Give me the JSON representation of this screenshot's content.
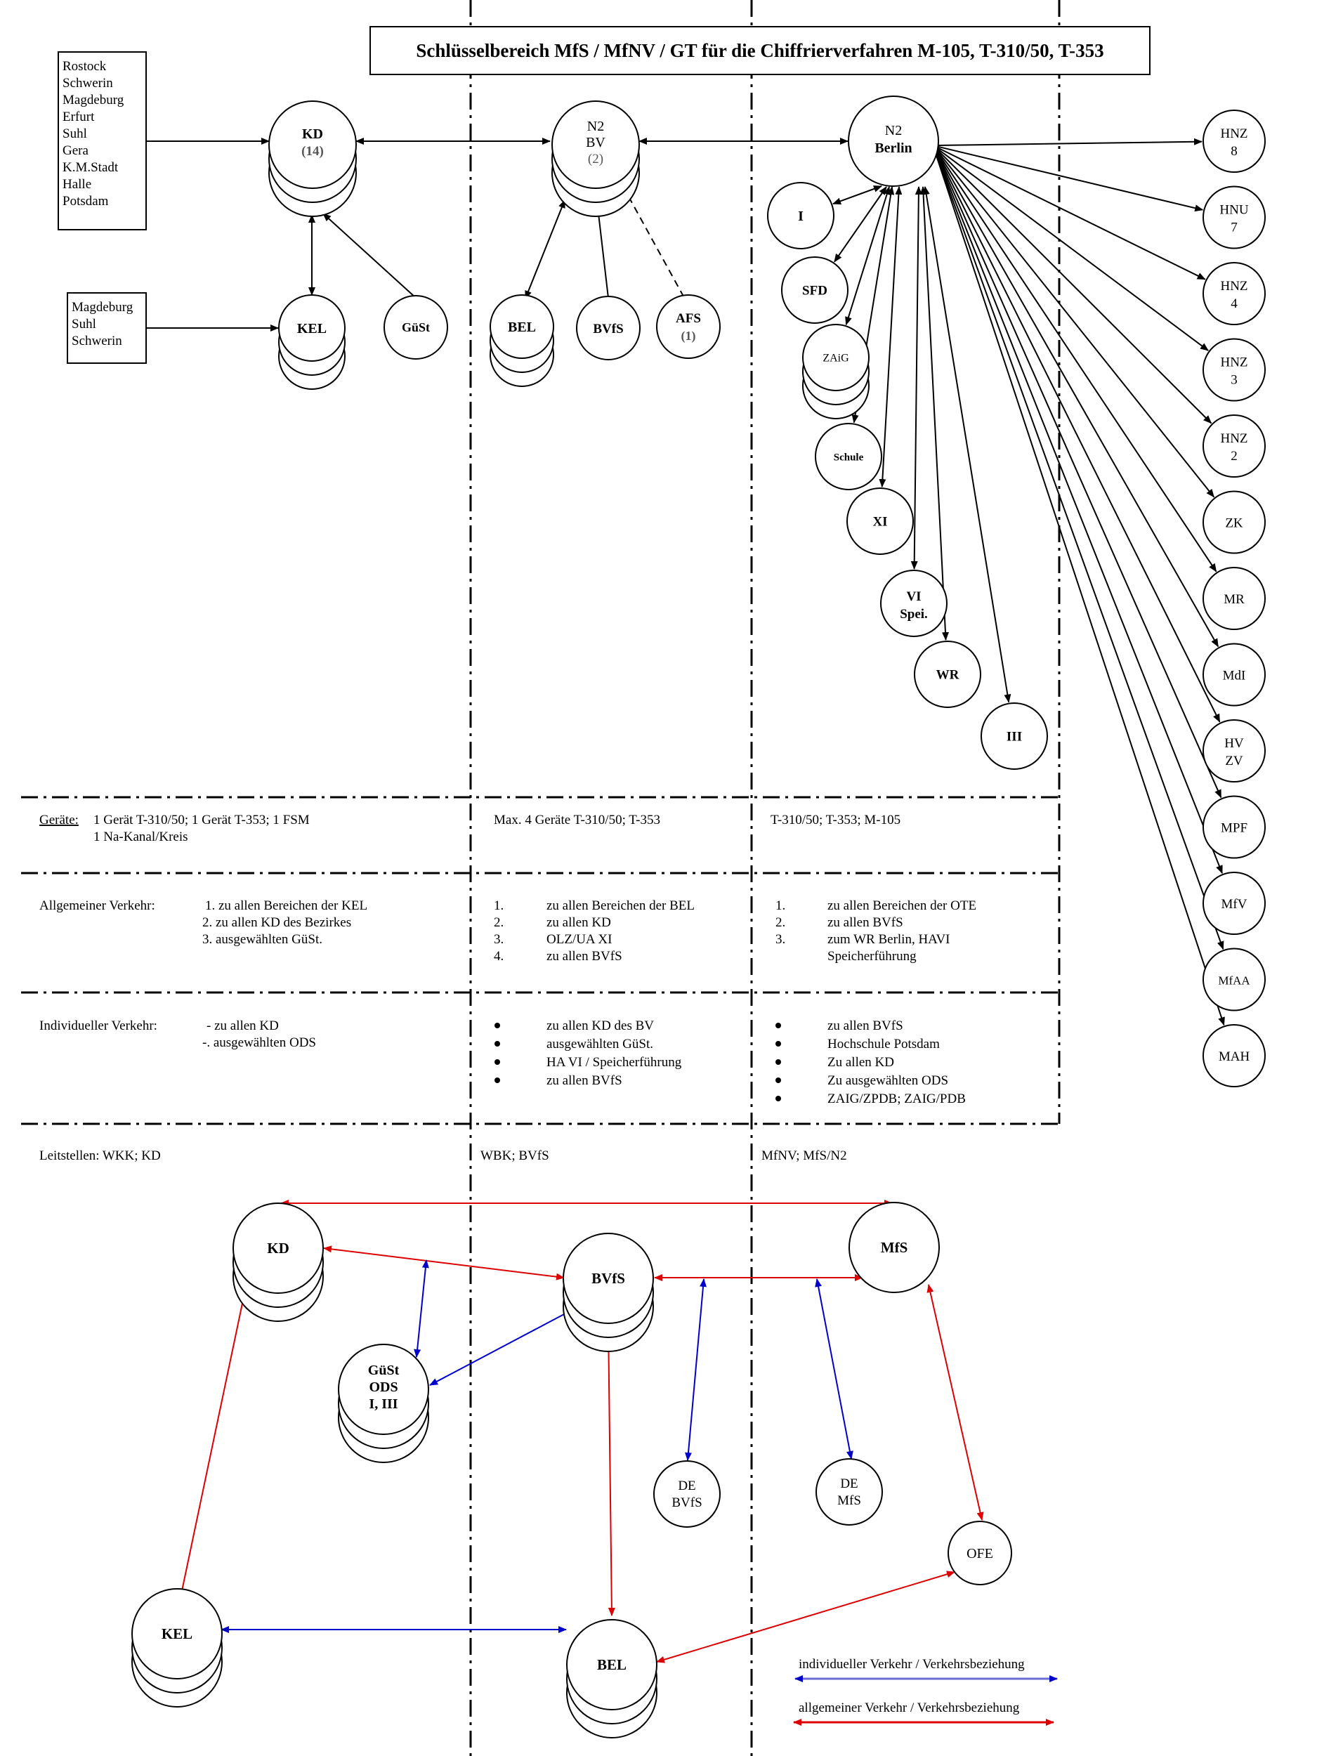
{
  "title": "Schlüsselbereich MfS / MfNV / GT für die Chiffrierverfahren M-105, T-310/50, T-353",
  "colors": {
    "individual": "#0000cc",
    "general": "#dd0000",
    "line": "#000000"
  },
  "top": {
    "bezirke_list": [
      "Rostock",
      "Schwerin",
      "Magdeburg",
      "Erfurt",
      "Suhl",
      "Gera",
      "K.M.Stadt",
      "Halle",
      "Potsdam"
    ],
    "kel_list": [
      "Magdeburg",
      "Suhl",
      "Schwerin"
    ],
    "kd": {
      "label": "KD",
      "count": "(14)"
    },
    "kel": "KEL",
    "guest": "GüSt",
    "n2bv": {
      "l1": "N2",
      "l2": "BV",
      "count": "(2)"
    },
    "bel": "BEL",
    "bvfs": "BVfS",
    "afs": {
      "l1": "AFS",
      "count": "(1)"
    },
    "n2berlin": {
      "l1": "N2",
      "l2": "Berlin"
    },
    "inner": [
      {
        "id": "I",
        "l1": "I",
        "l2": ""
      },
      {
        "id": "SFD",
        "l1": "SFD",
        "l2": ""
      },
      {
        "id": "ZAIG",
        "l1": "ZAiG",
        "l2": ""
      },
      {
        "id": "Schule",
        "l1": "Schule",
        "l2": ""
      },
      {
        "id": "XI",
        "l1": "XI",
        "l2": ""
      },
      {
        "id": "VI",
        "l1": "VI",
        "l2": "Spei."
      },
      {
        "id": "WR",
        "l1": "WR",
        "l2": ""
      },
      {
        "id": "III",
        "l1": "III",
        "l2": ""
      }
    ],
    "right": [
      {
        "l1": "HNZ",
        "l2": "8"
      },
      {
        "l1": "HNU",
        "l2": "7"
      },
      {
        "l1": "HNZ",
        "l2": "4"
      },
      {
        "l1": "HNZ",
        "l2": "3"
      },
      {
        "l1": "HNZ",
        "l2": "2"
      },
      {
        "l1": "ZK",
        "l2": ""
      },
      {
        "l1": "MR",
        "l2": ""
      },
      {
        "l1": "MdI",
        "l2": ""
      },
      {
        "l1": "HV",
        "l2": "ZV"
      },
      {
        "l1": "MPF",
        "l2": ""
      },
      {
        "l1": "MfV",
        "l2": ""
      },
      {
        "l1": "MfAA",
        "l2": ""
      },
      {
        "l1": "MAH",
        "l2": ""
      }
    ]
  },
  "table": {
    "geraete": {
      "label": "Geräte:",
      "col1": [
        "1 Gerät T-310/50; 1 Gerät T-353; 1 FSM",
        "1 Na-Kanal/Kreis"
      ],
      "col2": "Max. 4 Geräte T-310/50; T-353",
      "col3": "T-310/50; T-353; M-105"
    },
    "allgemein": {
      "label": "Allgemeiner Verkehr:",
      "col1": [
        "1. zu allen Bereichen der KEL",
        "2. zu allen KD des Bezirkes",
        "3. ausgewählten GüSt."
      ],
      "col2": [
        {
          "n": "1.",
          "t": "zu allen Bereichen der BEL"
        },
        {
          "n": "2.",
          "t": "zu allen KD"
        },
        {
          "n": "3.",
          "t": "OLZ/UA XI"
        },
        {
          "n": "4.",
          "t": "zu allen BVfS"
        }
      ],
      "col3": [
        {
          "n": "1.",
          "t": "zu allen Bereichen der OTE"
        },
        {
          "n": "2.",
          "t": "zu allen BVfS"
        },
        {
          "n": "3.",
          "t": "zum WR Berlin, HAVI"
        },
        {
          "n": "",
          "t": "Speicherführung"
        }
      ]
    },
    "individuell": {
      "label": "Individueller Verkehr:",
      "col1": [
        "- zu allen KD",
        "-. ausgewählten ODS"
      ],
      "col2": [
        "zu allen KD des BV",
        "ausgewählten GüSt.",
        "HA VI / Speicherführung",
        "zu allen BVfS"
      ],
      "col3": [
        "zu allen BVfS",
        "Hochschule Potsdam",
        "Zu allen KD",
        "Zu ausgewählten ODS",
        "ZAIG/ZPDB; ZAIG/PDB"
      ]
    },
    "leitstellen": {
      "col1": "Leitstellen: WKK; KD",
      "col2": "WBK; BVfS",
      "col3": "MfNV; MfS/N2"
    }
  },
  "bottom": {
    "kd": "KD",
    "mfs": "MfS",
    "bvfs": "BVfS",
    "guest": {
      "l1": "GüSt",
      "l2": "ODS",
      "l3": "I, III"
    },
    "de_bvfs": {
      "l1": "DE",
      "l2": "BVfS"
    },
    "de_mfs": {
      "l1": "DE",
      "l2": "MfS"
    },
    "ofe": "OFE",
    "kel": "KEL",
    "bel": "BEL"
  },
  "legend": {
    "individual": "individueller Verkehr / Verkehrsbeziehung",
    "general": "allgemeiner Verkehr / Verkehrsbeziehung"
  }
}
